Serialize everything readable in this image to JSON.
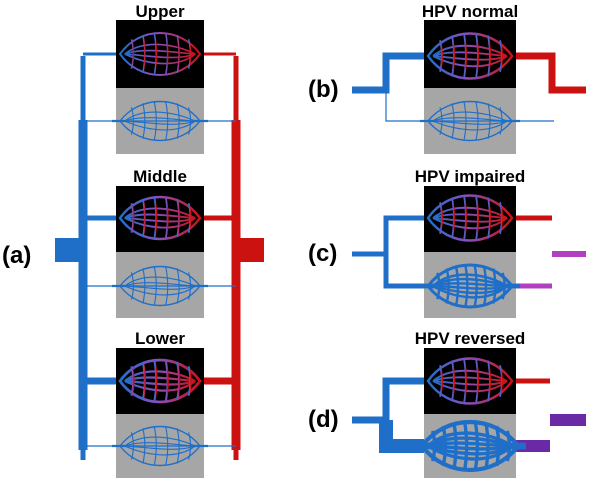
{
  "panel_a": {
    "label": "(a)",
    "regions": [
      {
        "title": "Upper"
      },
      {
        "title": "Middle"
      },
      {
        "title": "Lower"
      }
    ]
  },
  "panel_b": {
    "label": "(b)",
    "title": "HPV normal"
  },
  "panel_c": {
    "label": "(c)",
    "title": "HPV impaired"
  },
  "panel_d": {
    "label": "(d)",
    "title": "HPV reversed"
  },
  "colors": {
    "artery": "#1f6fc9",
    "vein": "#cc1111",
    "mixed_purple": "#b040c0",
    "deep_purple": "#6a2aa6",
    "ventilated_bg": "#000000",
    "unventilated_bg": "#a6a6a6"
  }
}
